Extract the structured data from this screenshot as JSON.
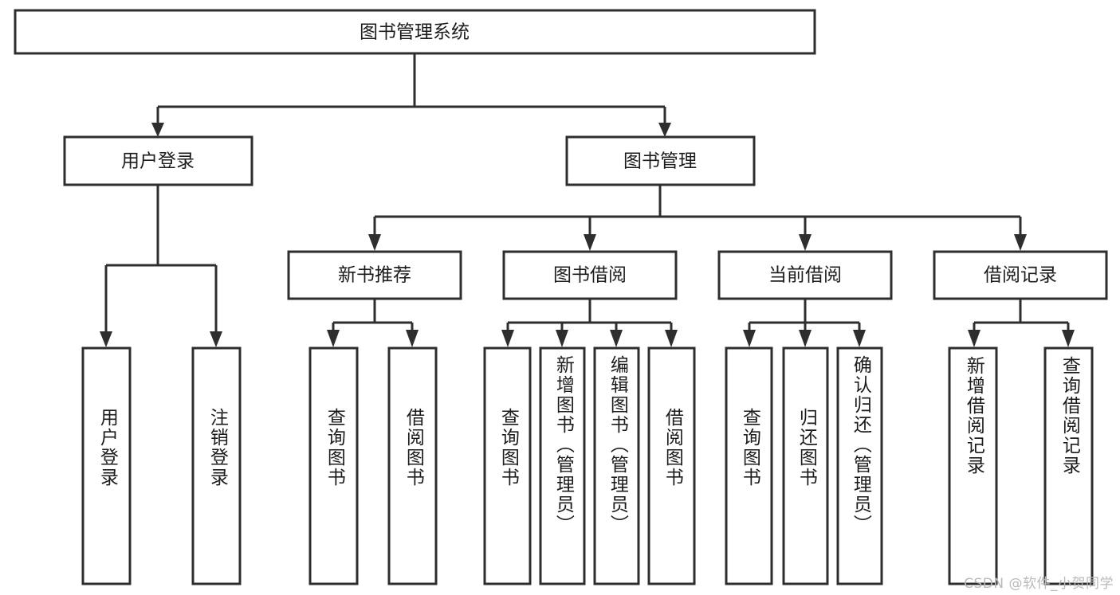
{
  "diagram": {
    "type": "tree-hierarchy",
    "title": "图书管理系统",
    "watermark": "CSDN @软件_小贺同学",
    "colors": {
      "background": "#ffffff",
      "stroke": "#2e2e2e",
      "text": "#1c1c1c",
      "watermark": "#b9b9b9"
    },
    "nodes": {
      "root": {
        "label": "图书管理系统",
        "level": 1
      },
      "user_login": {
        "label": "用户登录",
        "level": 2
      },
      "book_manage": {
        "label": "图书管理",
        "level": 2
      },
      "new_book_rec": {
        "label": "新书推荐",
        "level": 3
      },
      "book_borrow": {
        "label": "图书借阅",
        "level": 3
      },
      "current_borrow": {
        "label": "当前借阅",
        "level": 3
      },
      "borrow_record": {
        "label": "借阅记录",
        "level": 3
      },
      "leaf_user_login": {
        "label": "用户登录",
        "level": 4
      },
      "leaf_user_logout": {
        "label": "注销登录",
        "level": 4
      },
      "leaf_query_book_a": {
        "label": "查询图书",
        "level": 4
      },
      "leaf_borrow_book_a": {
        "label": "借阅图书",
        "level": 4
      },
      "leaf_query_book_b": {
        "label": "查询图书",
        "level": 4
      },
      "leaf_add_book": {
        "label": "新增图书（管理员）",
        "level": 4
      },
      "leaf_edit_book": {
        "label": "编辑图书（管理员）",
        "level": 4
      },
      "leaf_borrow_book_b": {
        "label": "借阅图书",
        "level": 4
      },
      "leaf_query_book_c": {
        "label": "查询图书",
        "level": 4
      },
      "leaf_return_book": {
        "label": "归还图书",
        "level": 4
      },
      "leaf_confirm_return": {
        "label": "确认归还（管理员）",
        "level": 4
      },
      "leaf_add_record": {
        "label": "新增借阅记录",
        "level": 4
      },
      "leaf_query_record": {
        "label": "查询借阅记录",
        "level": 4
      }
    },
    "edges": [
      {
        "from": "root",
        "to": "user_login"
      },
      {
        "from": "root",
        "to": "book_manage"
      },
      {
        "from": "user_login",
        "to": "leaf_user_login"
      },
      {
        "from": "user_login",
        "to": "leaf_user_logout"
      },
      {
        "from": "book_manage",
        "to": "new_book_rec"
      },
      {
        "from": "book_manage",
        "to": "book_borrow"
      },
      {
        "from": "book_manage",
        "to": "current_borrow"
      },
      {
        "from": "book_manage",
        "to": "borrow_record"
      },
      {
        "from": "new_book_rec",
        "to": "leaf_query_book_a"
      },
      {
        "from": "new_book_rec",
        "to": "leaf_borrow_book_a"
      },
      {
        "from": "book_borrow",
        "to": "leaf_query_book_b"
      },
      {
        "from": "book_borrow",
        "to": "leaf_add_book"
      },
      {
        "from": "book_borrow",
        "to": "leaf_edit_book"
      },
      {
        "from": "book_borrow",
        "to": "leaf_borrow_book_b"
      },
      {
        "from": "current_borrow",
        "to": "leaf_query_book_c"
      },
      {
        "from": "current_borrow",
        "to": "leaf_return_book"
      },
      {
        "from": "current_borrow",
        "to": "leaf_confirm_return"
      },
      {
        "from": "borrow_record",
        "to": "leaf_add_record"
      },
      {
        "from": "borrow_record",
        "to": "leaf_query_record"
      }
    ]
  }
}
